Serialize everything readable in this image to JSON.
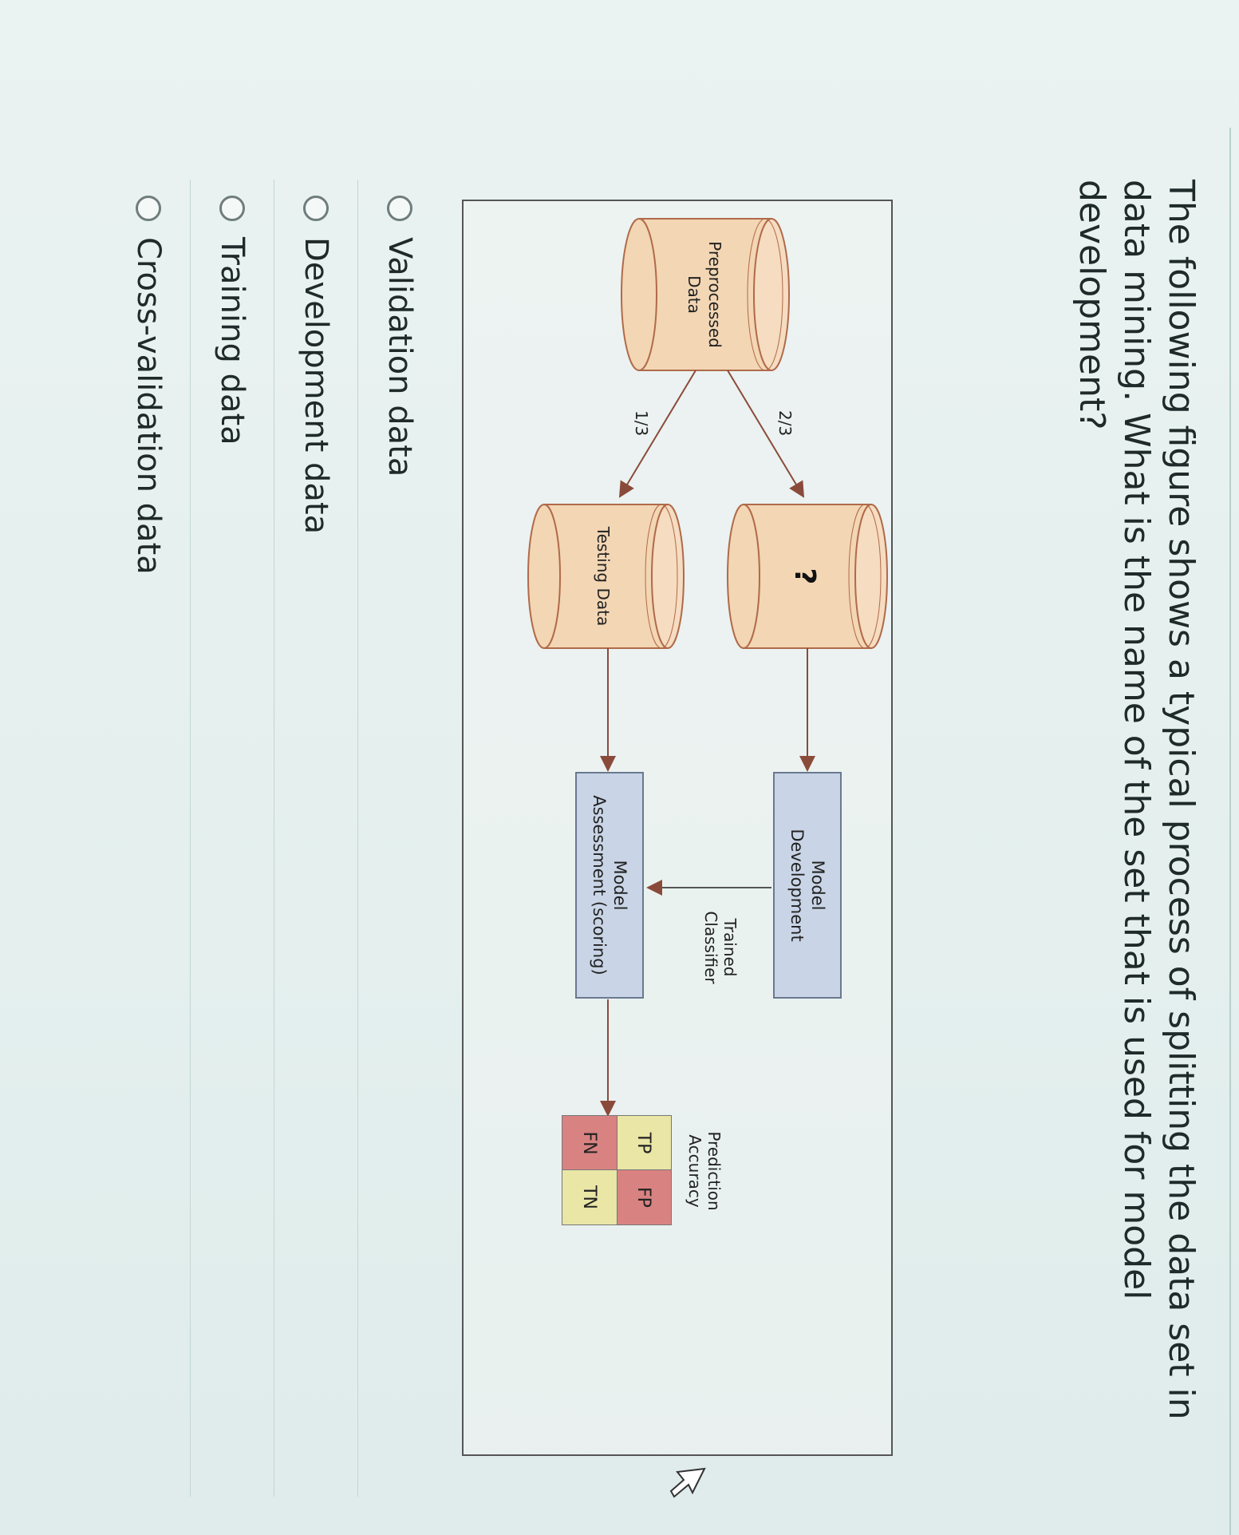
{
  "question": {
    "text": "The following figure shows a typical process of splitting the data set in data mining. What is the name of the set that is used for model development?"
  },
  "figure": {
    "preprocessed_label_1": "Preprocessed",
    "preprocessed_label_2": "Data",
    "split_top": "2/3",
    "split_bottom": "1/3",
    "unknown_set": "?",
    "testing_set": "Testing Data",
    "model_dev_1": "Model",
    "model_dev_2": "Development",
    "trained_1": "Trained",
    "trained_2": "Classifier",
    "assessment_1": "Model",
    "assessment_2": "Assessment (scoring)",
    "prediction_1": "Prediction",
    "prediction_2": "Accuracy",
    "tp": "TP",
    "fp": "FP",
    "fn": "FN",
    "tn": "TN"
  },
  "options": [
    {
      "label": "Validation data"
    },
    {
      "label": "Development data"
    },
    {
      "label": "Training data"
    },
    {
      "label": "Cross-validation data"
    }
  ],
  "colors": {
    "cylinder_fill": "#f3d6b4",
    "cylinder_stroke": "#b06a4a",
    "box_fill": "#c9d5e6",
    "tp_tn_fill": "#e9e6a6",
    "fp_fn_fill": "#d98282"
  }
}
